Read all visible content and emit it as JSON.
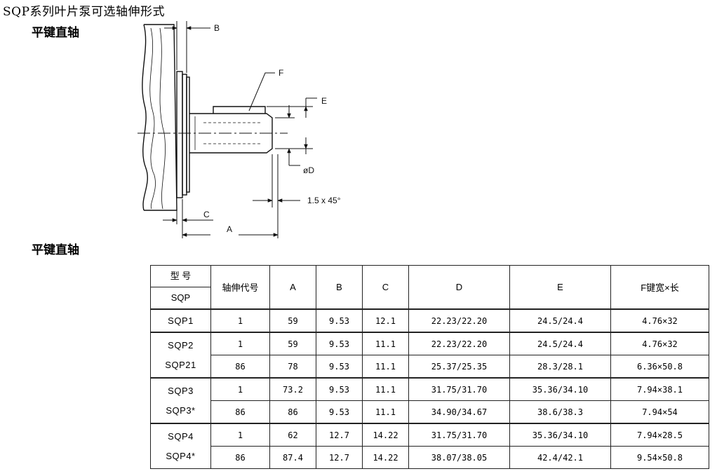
{
  "document": {
    "title": "SQP系列叶片泵可选轴伸形式",
    "section_heading_top": "平键直轴",
    "section_heading_table": "平键直轴"
  },
  "diagram": {
    "labels": {
      "B": "B",
      "F": "F",
      "E": "E",
      "D": "øD",
      "chamfer": "1.5 x 45°",
      "C": "C",
      "A": "A"
    }
  },
  "table": {
    "header": {
      "model_top": "型  号",
      "model_bottom": "SQP",
      "shaft_code": "轴伸代号",
      "A": "A",
      "B": "B",
      "C": "C",
      "D": "D",
      "E": "E",
      "F": "F键宽×长"
    },
    "groups": [
      {
        "models": [
          "SQP1"
        ],
        "rows": [
          {
            "code": "1",
            "A": "59",
            "B": "9.53",
            "C": "12.1",
            "D": "22.23/22.20",
            "E": "24.5/24.4",
            "F": "4.76×32"
          }
        ]
      },
      {
        "models": [
          "SQP2",
          "SQP21"
        ],
        "rows": [
          {
            "code": "1",
            "A": "59",
            "B": "9.53",
            "C": "11.1",
            "D": "22.23/22.20",
            "E": "24.5/24.4",
            "F": "4.76×32"
          },
          {
            "code": "86",
            "A": "78",
            "B": "9.53",
            "C": "11.1",
            "D": "25.37/25.35",
            "E": "28.3/28.1",
            "F": "6.36×50.8"
          }
        ]
      },
      {
        "models": [
          "SQP3",
          "SQP3*"
        ],
        "rows": [
          {
            "code": "1",
            "A": "73.2",
            "B": "9.53",
            "C": "11.1",
            "D": "31.75/31.70",
            "E": "35.36/34.10",
            "F": "7.94×38.1"
          },
          {
            "code": "86",
            "A": "86",
            "B": "9.53",
            "C": "11.1",
            "D": "34.90/34.67",
            "E": "38.6/38.3",
            "F": "7.94×54"
          }
        ]
      },
      {
        "models": [
          "SQP4",
          "SQP4*"
        ],
        "rows": [
          {
            "code": "1",
            "A": "62",
            "B": "12.7",
            "C": "14.22",
            "D": "31.75/31.70",
            "E": "35.36/34.10",
            "F": "7.94×28.5"
          },
          {
            "code": "86",
            "A": "87.4",
            "B": "12.7",
            "C": "14.22",
            "D": "38.07/38.05",
            "E": "42.4/42.1",
            "F": "9.54×50.8"
          }
        ]
      }
    ]
  }
}
